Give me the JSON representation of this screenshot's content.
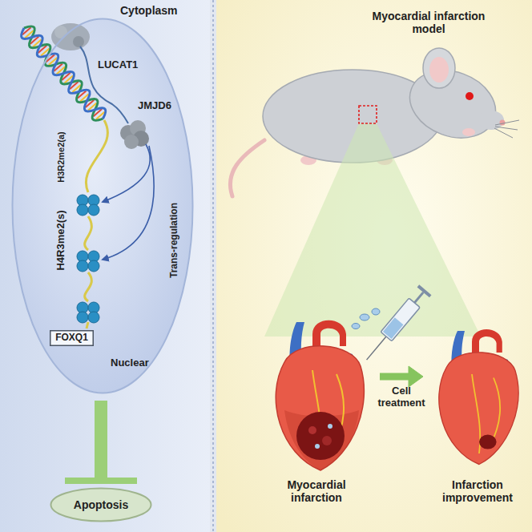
{
  "diagram": {
    "nodes": [
      {
        "text": [
          "Cytoplasm"
        ]
      },
      {
        "text": [
          "Nuclear"
        ],
        "in": 0
      },
      {
        "text": [
          "FOXQ1"
        ],
        "in": 1
      },
      {
        "text": [
          "Apoptosis"
        ],
        "in": 0
      },
      {
        "text": [
          "Myocardial infarction model"
        ]
      },
      {
        "text": [
          "Myocardial infarction"
        ],
        "in": 4
      },
      {
        "text": [
          "Infarction improvement"
        ],
        "in": 4
      }
    ],
    "edges": [
      {
        "from": 1,
        "to": 3,
        "arrow": "to"
      },
      {
        "from": 5,
        "to": 6,
        "arrow": "to",
        "label": "Cell treatment"
      }
    ],
    "labels": [
      "LUCAT1",
      "JMJD6",
      "H4R3me2(s)",
      "H3R2me2(a)",
      "Trans-regulation"
    ]
  }
}
